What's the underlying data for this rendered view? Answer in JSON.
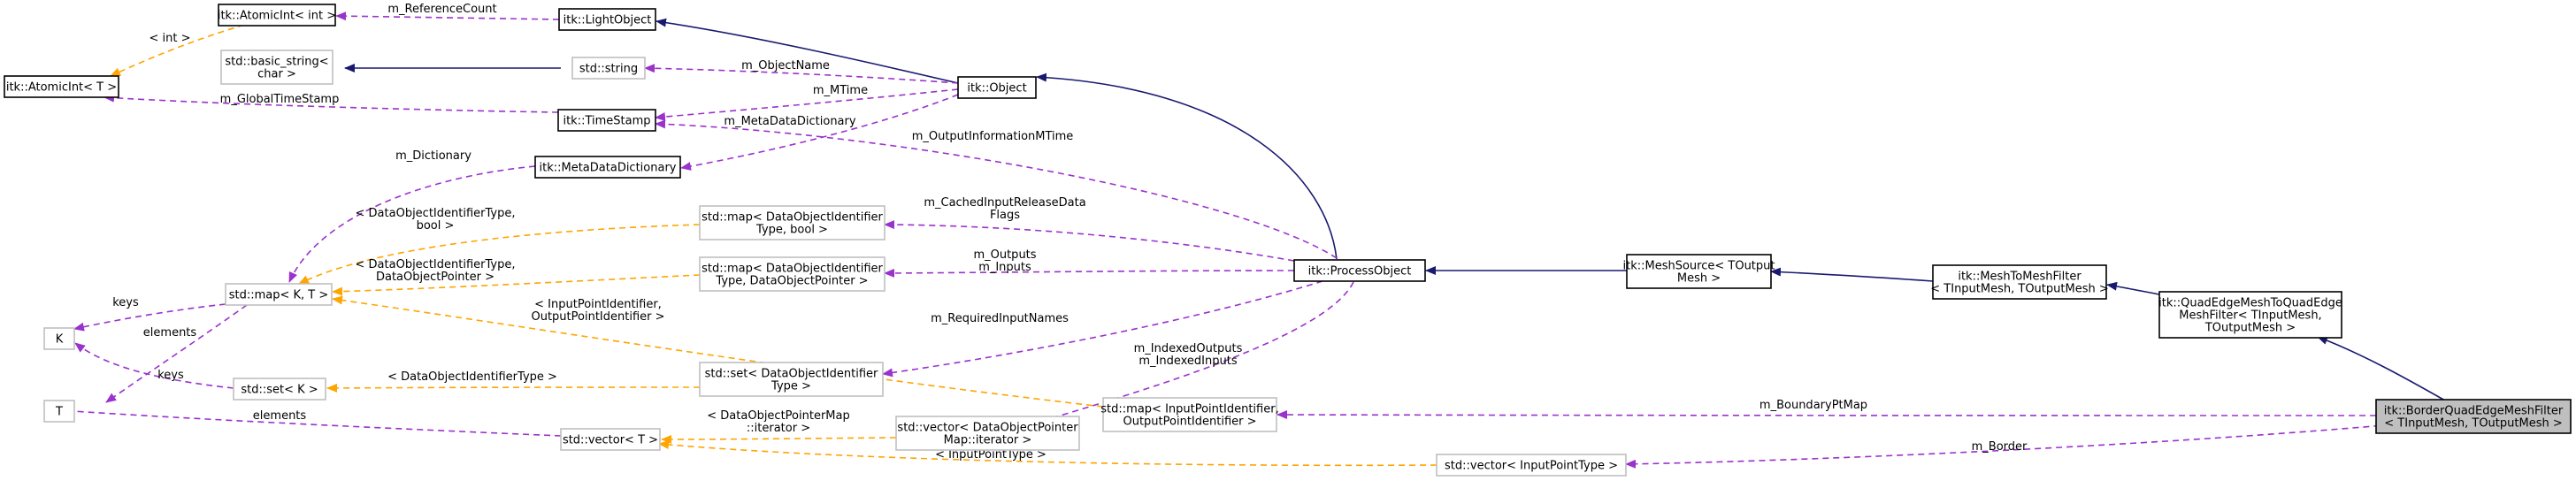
{
  "colors": {
    "inherit": "#191970",
    "usage": "#9a32cd",
    "template": "#ffa500",
    "focus_fill": "#bfbfbf",
    "gray_border": "#bfbfbf"
  },
  "nodes": {
    "atomicint_int": {
      "lines": [
        "itk::AtomicInt< int >"
      ]
    },
    "atomicint_t": {
      "lines": [
        "itk::AtomicInt< T >"
      ]
    },
    "lightobject": {
      "lines": [
        "itk::LightObject"
      ]
    },
    "basic_string": {
      "lines": [
        "std::basic_string<",
        "char >"
      ]
    },
    "std_string": {
      "lines": [
        "std::string"
      ]
    },
    "object": {
      "lines": [
        "itk::Object"
      ]
    },
    "timestamp": {
      "lines": [
        "itk::TimeStamp"
      ]
    },
    "metadatadictionary": {
      "lines": [
        "itk::MetaDataDictionary"
      ]
    },
    "map_dobj_bool": {
      "lines": [
        "std::map< DataObjectIdentifier",
        "Type, bool >"
      ]
    },
    "map_kt": {
      "lines": [
        "std::map< K, T >"
      ]
    },
    "map_dobj_ptr": {
      "lines": [
        "std::map< DataObjectIdentifier",
        "Type, DataObjectPointer >"
      ]
    },
    "processobject": {
      "lines": [
        "itk::ProcessObject"
      ]
    },
    "meshsource": {
      "lines": [
        "itk::MeshSource< TOutput",
        "Mesh >"
      ]
    },
    "meshtomeshfilter": {
      "lines": [
        "itk::MeshToMeshFilter",
        "< TInputMesh, TOutputMesh >"
      ]
    },
    "quadedgefilter": {
      "lines": [
        "itk::QuadEdgeMeshToQuadEdge",
        "MeshFilter< TInputMesh,",
        "TOutputMesh >"
      ]
    },
    "k": {
      "lines": [
        "K"
      ]
    },
    "t": {
      "lines": [
        "T"
      ]
    },
    "set_k": {
      "lines": [
        "std::set< K >"
      ]
    },
    "set_dobj": {
      "lines": [
        "std::set< DataObjectIdentifier",
        "Type >"
      ]
    },
    "vector_t": {
      "lines": [
        "std::vector< T >"
      ]
    },
    "vector_dobjptr_iter": {
      "lines": [
        "std::vector< DataObjectPointer",
        "Map::iterator >"
      ]
    },
    "map_inputpoint": {
      "lines": [
        "std::map< InputPointIdentifier,",
        "OutputPointIdentifier >"
      ]
    },
    "vector_inputpoint": {
      "lines": [
        "std::vector< InputPointType >"
      ]
    },
    "border_filter": {
      "lines": [
        "itk::BorderQuadEdgeMeshFilter",
        "< TInputMesh, TOutputMesh >"
      ]
    }
  },
  "edge_labels": {
    "reference_count": [
      "m_ReferenceCount"
    ],
    "int_tpl": [
      "< int >"
    ],
    "object_name": [
      "m_ObjectName"
    ],
    "mtime": [
      "m_MTime"
    ],
    "global_timestamp": [
      "m_GlobalTimeStamp"
    ],
    "metadata_dictionary": [
      "m_MetaDataDictionary"
    ],
    "output_info_mtime": [
      "m_OutputInformationMTime"
    ],
    "dictionary": [
      "m_Dictionary"
    ],
    "cached_input_release": [
      "m_CachedInputReleaseData",
      "Flags"
    ],
    "outputs_inputs": [
      "m_Outputs",
      "m_Inputs"
    ],
    "tpl_dobj_bool": [
      "< DataObjectIdentifierType,",
      "bool >"
    ],
    "tpl_dobj_ptr": [
      "< DataObjectIdentifierType,",
      "DataObjectPointer >"
    ],
    "tpl_inputpoint_map": [
      "< InputPointIdentifier,",
      "OutputPointIdentifier >"
    ],
    "keys_map": [
      "keys"
    ],
    "elements_map": [
      "elements"
    ],
    "keys_set": [
      "keys"
    ],
    "tpl_dobj_type": [
      "< DataObjectIdentifierType >"
    ],
    "required_input_names": [
      "m_RequiredInputNames"
    ],
    "indexed_outputs_inputs": [
      "m_IndexedOutputs",
      "m_IndexedInputs"
    ],
    "elements_vector": [
      "elements"
    ],
    "tpl_dobjptr_map_iter": [
      "< DataObjectPointerMap",
      "::iterator >"
    ],
    "tpl_inputpointtype": [
      "< InputPointType >"
    ],
    "boundary_pt_map": [
      "m_BoundaryPtMap"
    ],
    "border": [
      "m_Border"
    ]
  }
}
